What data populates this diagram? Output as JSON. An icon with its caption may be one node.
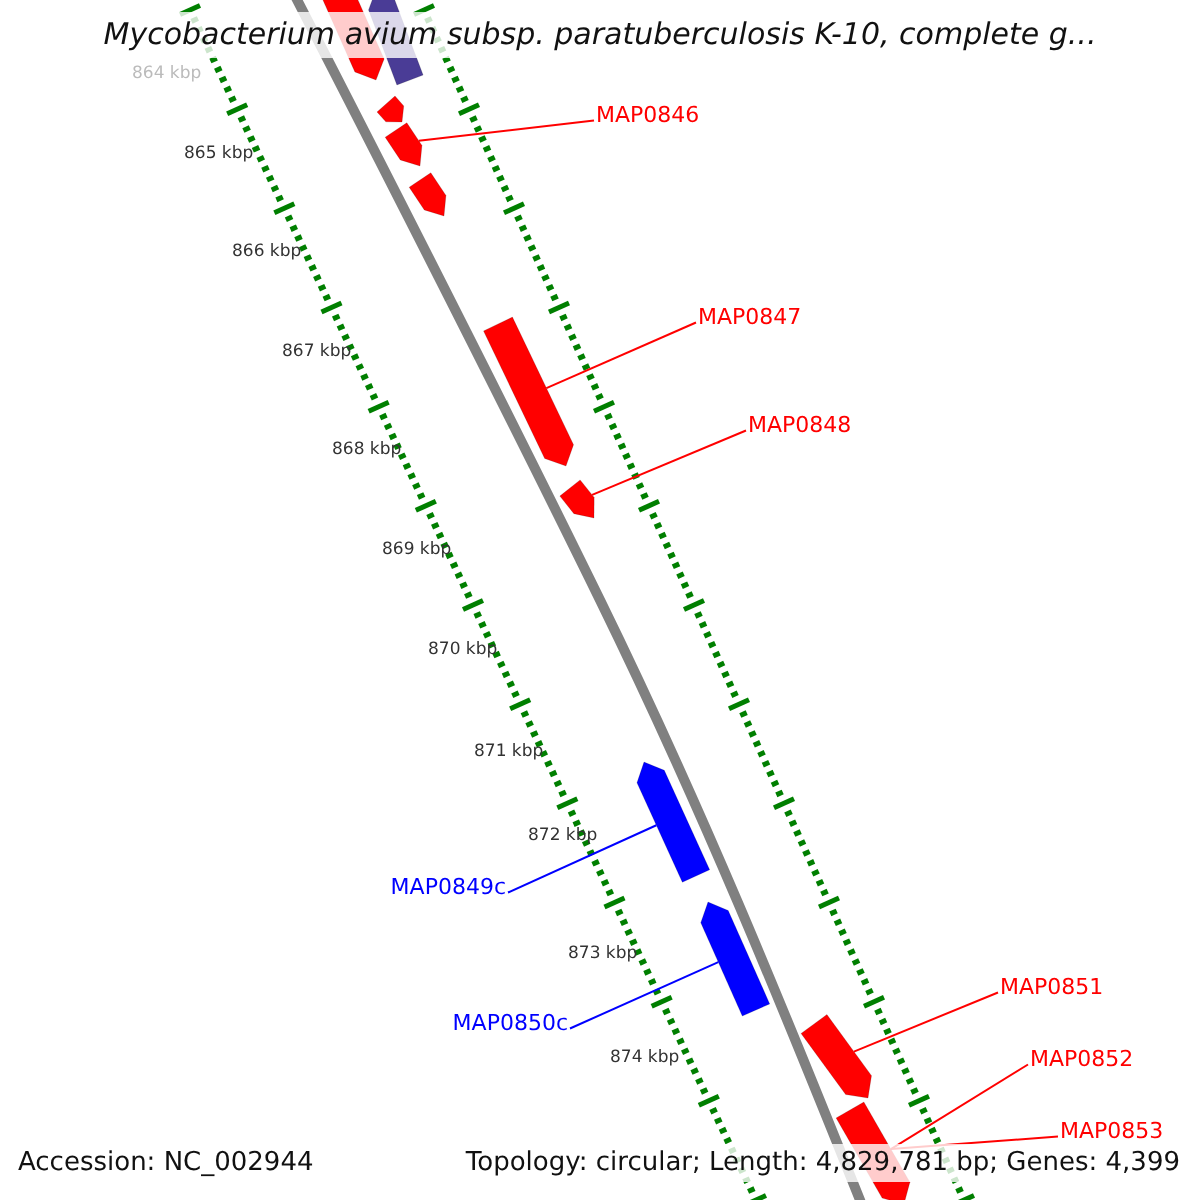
{
  "diagram": {
    "title": "Mycobacterium avium subsp. paratuberculosis K-10, complete g...",
    "nodes": [
      {
        "text": [],
        "shape": "bar"
      },
      {
        "text": [],
        "shape": "bar"
      },
      {
        "text": [],
        "shape": "bar"
      },
      {
        "text": [
          "MAP0846"
        ]
      },
      {
        "text": [],
        "shape": "bar"
      },
      {
        "text": [],
        "shape": "bar"
      },
      {
        "text": [
          "MAP0847"
        ]
      },
      {
        "text": [],
        "shape": "bar"
      },
      {
        "text": [
          "MAP0848"
        ]
      },
      {
        "text": [],
        "shape": "bar"
      },
      {
        "text": [],
        "shape": "bar"
      },
      {
        "text": [
          "MAP0849c"
        ]
      },
      {
        "text": [],
        "shape": "bar"
      },
      {
        "text": [
          "MAP0851"
        ]
      },
      {
        "text": [
          "MAP0850c"
        ]
      },
      {
        "text": [],
        "shape": "bar"
      },
      {
        "text": [
          "MAP0852"
        ]
      },
      {
        "text": [],
        "shape": "bar"
      },
      {
        "text": [
          "MAP0853"
        ]
      }
    ],
    "edges": [
      {
        "from": 3,
        "to": 4,
        "arrow": "none"
      },
      {
        "from": 6,
        "to": 7,
        "arrow": "none"
      },
      {
        "from": 8,
        "to": 9,
        "arrow": "none"
      },
      {
        "from": 11,
        "to": 10,
        "arrow": "none",
        "color": "#0000ff"
      },
      {
        "from": 14,
        "to": 12,
        "arrow": "none",
        "color": "#0000ff"
      },
      {
        "from": 13,
        "to": 15,
        "arrow": "none"
      },
      {
        "from": 16,
        "to": 17,
        "arrow": "none"
      },
      {
        "from": 18,
        "to": 17,
        "arrow": "none"
      }
    ],
    "labels": [
      "864 kbp",
      "865 kbp",
      "866 kbp",
      "867 kbp",
      "868 kbp",
      "869 kbp",
      "870 kbp",
      "871 kbp",
      "872 kbp",
      "873 kbp",
      "874 kbp",
      "Accession: NC_002944",
      "Topology: circular; Length: 4,829,781 bp; Genes: 4,399"
    ]
  }
}
